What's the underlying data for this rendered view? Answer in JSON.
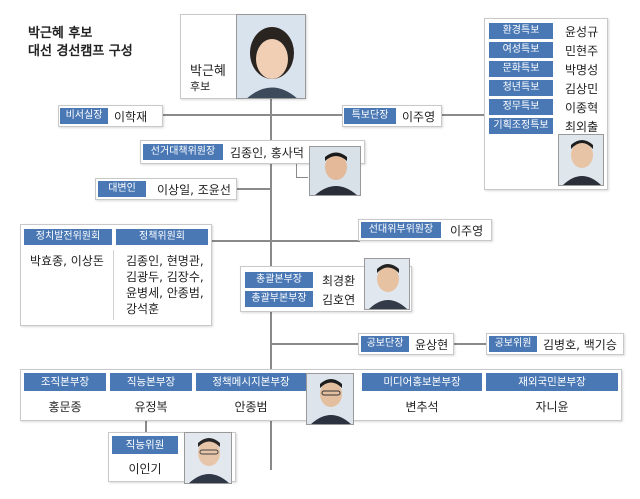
{
  "title": {
    "line1": "박근혜 후보",
    "line2": "대선 경선캠프 구성"
  },
  "candidate": {
    "name": "박근혜",
    "role": "후보"
  },
  "secretary": {
    "label": "비서실장",
    "name": "이학재"
  },
  "special_aide": {
    "label": "특보단장",
    "name": "이주영"
  },
  "special_aides": [
    {
      "label": "환경특보",
      "name": "윤성규"
    },
    {
      "label": "여성특보",
      "name": "민현주"
    },
    {
      "label": "문화특보",
      "name": "박명성"
    },
    {
      "label": "청년특보",
      "name": "김상민"
    },
    {
      "label": "정무특보",
      "name": "이종혁"
    },
    {
      "label": "기획조정특보",
      "name": "최외출"
    }
  ],
  "election_committee": {
    "label": "선거대책위원장",
    "name": "김종인, 홍사덕"
  },
  "spokesperson": {
    "label": "대변인",
    "name": "이상일, 조윤선"
  },
  "promotion_committee": {
    "label": "선대위부위원장",
    "name": "이주영"
  },
  "political_dev": {
    "label": "정치발전위원회",
    "names": [
      "박효종, 이상돈"
    ]
  },
  "policy_committee": {
    "label": "정책위원회",
    "names": [
      "김종인, 현명관,",
      "김광두, 김장수,",
      "윤병세, 안종범,",
      "강석훈"
    ]
  },
  "general_hq": {
    "label": "총괄본부장",
    "name": "최경환"
  },
  "general_vice_hq": {
    "label": "총괄부본부장",
    "name": "김호연"
  },
  "pr_team": {
    "label": "공보단장",
    "name": "윤상현"
  },
  "pr_members": {
    "label": "공보위원",
    "name": "김병호, 백기승"
  },
  "headquarters": [
    {
      "label": "조직본부장",
      "name": "홍문종"
    },
    {
      "label": "직능본부장",
      "name": "유정복"
    },
    {
      "label": "정책메시지본부장",
      "name": "안종범"
    },
    {
      "label": "미디어홍보본부장",
      "name": "변추석"
    },
    {
      "label": "재외국민본부장",
      "name": "자니윤"
    }
  ],
  "occupation_member": {
    "label": "직능위원",
    "name": "이인기"
  },
  "colors": {
    "accent": "#4a78b5",
    "line": "#8a8a8a"
  }
}
